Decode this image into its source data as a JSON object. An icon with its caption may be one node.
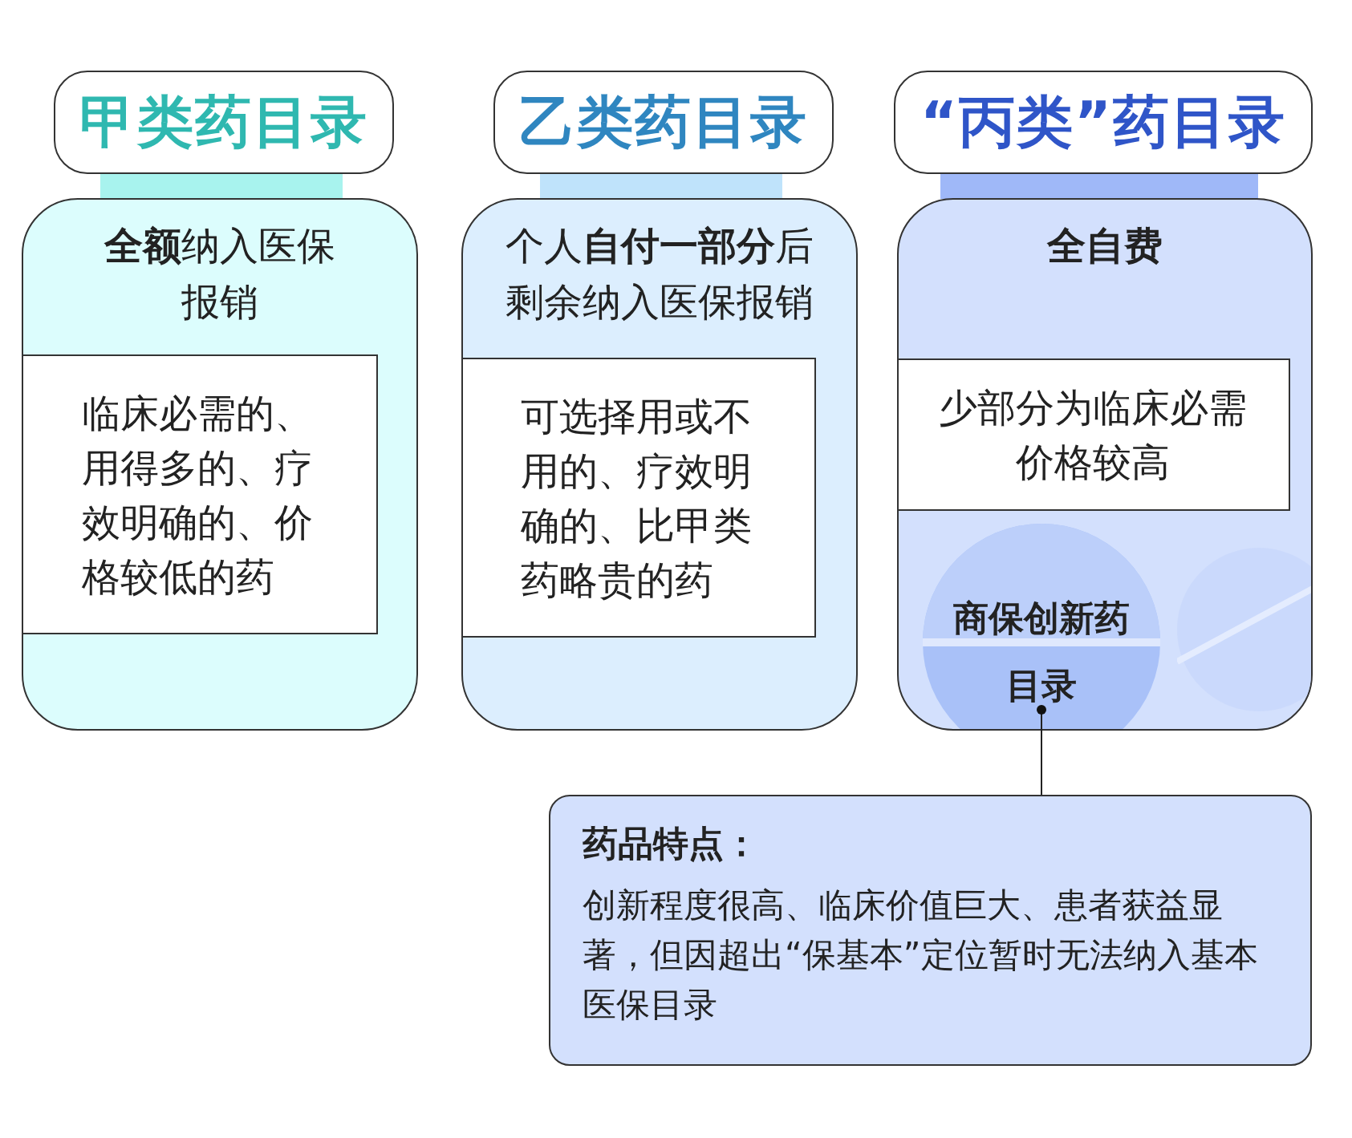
{
  "diagram": {
    "nodes": [
      {
        "text": [
          "甲类药目录"
        ]
      },
      {
        "text": [],
        "shape": "bar"
      },
      {
        "text": [
          "**全额**纳入医保报销"
        ]
      },
      {
        "text": [
          "临床必需的、用得多的、疗效明确的、价格较低的药"
        ],
        "in": 2
      },
      {
        "text": [
          "乙类药目录"
        ]
      },
      {
        "text": [],
        "shape": "bar"
      },
      {
        "text": [
          "个人**自付一部分**后剩余纳入医保报销"
        ]
      },
      {
        "text": [
          "可选择用或不用的、疗效明确的、比甲类药略贵的药"
        ],
        "in": 6
      },
      {
        "text": [
          "“丙类”药目录"
        ]
      },
      {
        "text": [],
        "shape": "bar"
      },
      {
        "text": [
          "全自费"
        ]
      },
      {
        "text": [
          "少部分为临床必需价格较高"
        ],
        "in": 10
      },
      {
        "text": [
          "商保创新药目录"
        ],
        "in": 10
      },
      {
        "text": [],
        "shape": "circle",
        "in": 10
      },
      {
        "text": [
          "药品特点：",
          "创新程度很高、临床价值巨大、患者获益显著，但因超出“保基本”定位暂时无法纳入基本医保目录"
        ]
      }
    ],
    "edges": [
      {
        "from": 12,
        "to": 14,
        "arrow": "other"
      }
    ]
  }
}
